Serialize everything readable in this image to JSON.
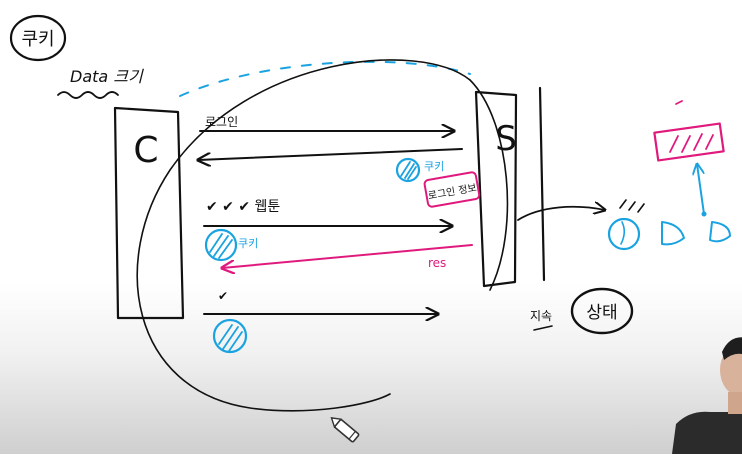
{
  "board": {
    "title_label": "쿠키",
    "data_note": "Data 크기",
    "client_label": "C",
    "server_label": "S",
    "login_label": "로그인",
    "cookie_label_server": "쿠키",
    "login_info_label": "로그인 정보",
    "request_label": "✔ ✔ ✔ 웹툰",
    "cookie_label_client": "쿠키",
    "response_label": "res",
    "check_label": "✔",
    "maintain_label": "지속",
    "state_label": "상태",
    "colors": {
      "ink": "#111111",
      "blue": "#1aa3e0",
      "pink": "#e0197d"
    }
  }
}
